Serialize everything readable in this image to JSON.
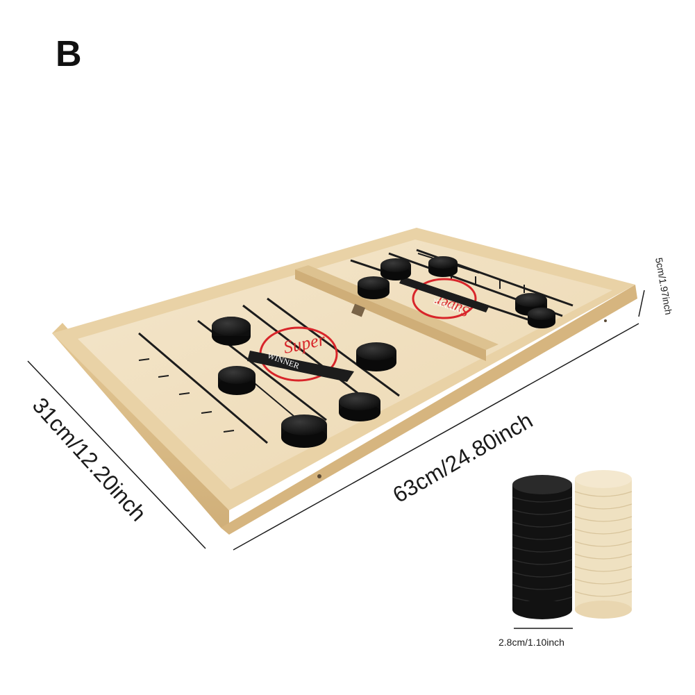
{
  "variant_label": "B",
  "logo": {
    "line1": "Super",
    "line2": "WINNER"
  },
  "dimensions": {
    "length": "63cm/24.80inch",
    "width": "31cm/12.20inch",
    "height": "5cm/1.97inch",
    "puck_diameter": "2.8cm/1.10inch"
  },
  "colors": {
    "wood_light": "#f1e2c4",
    "wood_mid": "#e6cfa3",
    "wood_edge": "#d9b983",
    "puck_black": "#141414",
    "logo_red": "#d8252a"
  }
}
